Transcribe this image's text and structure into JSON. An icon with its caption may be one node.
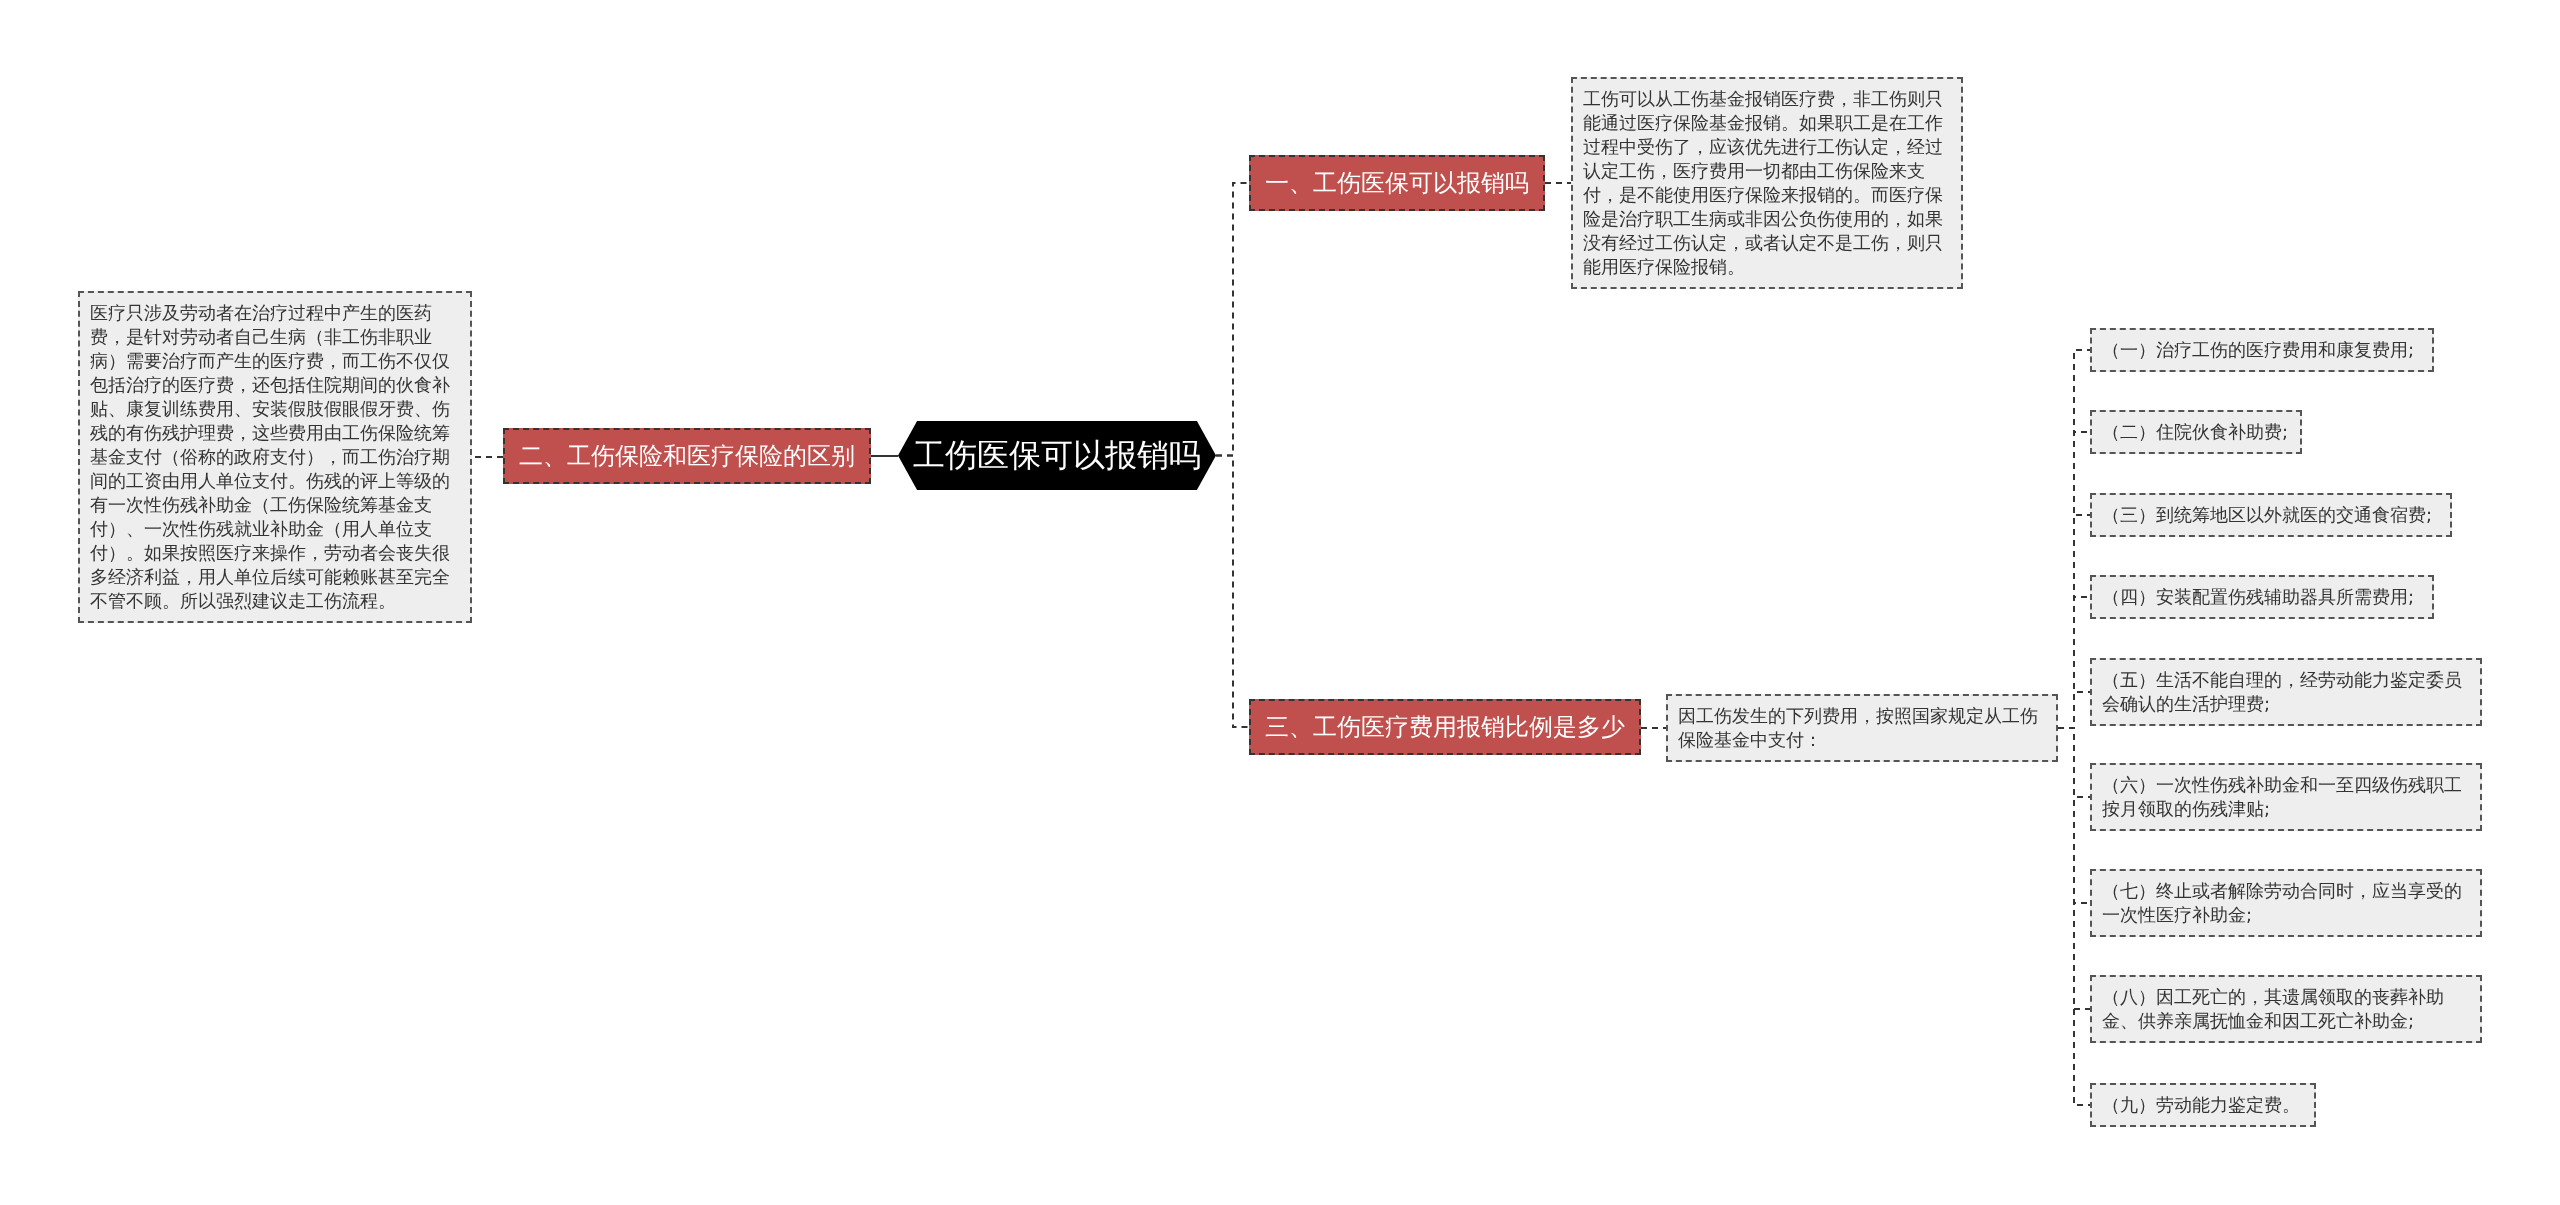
{
  "diagram": {
    "nodes": [
      {
        "text": [
          "工伤医保可以报销吗"
        ]
      },
      {
        "text": [
          "一、工伤医保可以报销吗"
        ]
      },
      {
        "text": [
          "工伤可以从工伤基金报销医疗费，非工伤则只能通过医疗保险基金报销。如果职工是在工作过程中受伤了，应该优先进行工伤认定，经过认定工伤，医疗费用一切都由工伤保险来支付，是不能使用医疗保险来报销的。而医疗保险是治疗职工生病或非因公负伤使用的，如果没有经过工伤认定，或者认定不是工伤，则只能用医疗保险报销。"
        ]
      },
      {
        "text": [
          "二、工伤保险和医疗保险的区别"
        ]
      },
      {
        "text": [
          "医疗只涉及劳动者在治疗过程中产生的医药费，是针对劳动者自己生病（非工伤非职业病）需要治疗而产生的医疗费，而工伤不仅仅包括治疗的医疗费，还包括住院期间的伙食补贴、康复训练费用、安装假肢假眼假牙费、伤残的有伤残护理费，这些费用由工伤保险统筹基金支付（俗称的政府支付），而工伤治疗期间的工资由用人单位支付。伤残的评上等级的有一次性伤残补助金（工伤保险统筹基金支付）、一次性伤残就业补助金（用人单位支付）。如果按照医疗来操作，劳动者会丧失很多经济利益，用人单位后续可能赖账甚至完全不管不顾。所以强烈建议走工伤流程。"
        ]
      },
      {
        "text": [
          "三、工伤医疗费用报销比例是多少"
        ]
      },
      {
        "text": [
          "因工伤发生的下列费用，按照国家规定从工伤保险基金中支付："
        ]
      },
      {
        "text": [
          "（一）治疗工伤的医疗费用和康复费用;"
        ]
      },
      {
        "text": [
          "（二）住院伙食补助费;"
        ]
      },
      {
        "text": [
          "（三）到统筹地区以外就医的交通食宿费;"
        ]
      },
      {
        "text": [
          "（四）安装配置伤残辅助器具所需费用;"
        ]
      },
      {
        "text": [
          "（五）生活不能自理的，经劳动能力鉴定委员会确认的生活护理费;"
        ]
      },
      {
        "text": [
          "（六）一次性伤残补助金和一至四级伤残职工按月领取的伤残津贴;"
        ]
      },
      {
        "text": [
          "（七）终止或者解除劳动合同时，应当享受的一次性医疗补助金;"
        ]
      },
      {
        "text": [
          "（八）因工死亡的，其遗属领取的丧葬补助金、供养亲属抚恤金和因工死亡补助金;"
        ]
      },
      {
        "text": [
          "（九）劳动能力鉴定费。"
        ]
      }
    ],
    "edges": [
      {
        "from": 0,
        "to": 1,
        "arrow": "none",
        "style": "dashed"
      },
      {
        "from": 1,
        "to": 2,
        "arrow": "none",
        "style": "dashed"
      },
      {
        "from": 0,
        "to": 3,
        "arrow": "none"
      },
      {
        "from": 3,
        "to": 4,
        "arrow": "none",
        "style": "dashed"
      },
      {
        "from": 0,
        "to": 5,
        "arrow": "none",
        "style": "dashed"
      },
      {
        "from": 5,
        "to": 6,
        "arrow": "none",
        "style": "dashed"
      },
      {
        "from": 6,
        "to": 7,
        "arrow": "none",
        "style": "dashed"
      },
      {
        "from": 6,
        "to": 8,
        "arrow": "none",
        "style": "dashed"
      },
      {
        "from": 6,
        "to": 9,
        "arrow": "none",
        "style": "dashed"
      },
      {
        "from": 6,
        "to": 10,
        "arrow": "none",
        "style": "dashed"
      },
      {
        "from": 6,
        "to": 11,
        "arrow": "none",
        "style": "dashed"
      },
      {
        "from": 6,
        "to": 12,
        "arrow": "none",
        "style": "dashed"
      },
      {
        "from": 6,
        "to": 13,
        "arrow": "none",
        "style": "dashed"
      },
      {
        "from": 6,
        "to": 14,
        "arrow": "none",
        "style": "dashed"
      },
      {
        "from": 6,
        "to": 15,
        "arrow": "none",
        "style": "dashed"
      }
    ]
  }
}
